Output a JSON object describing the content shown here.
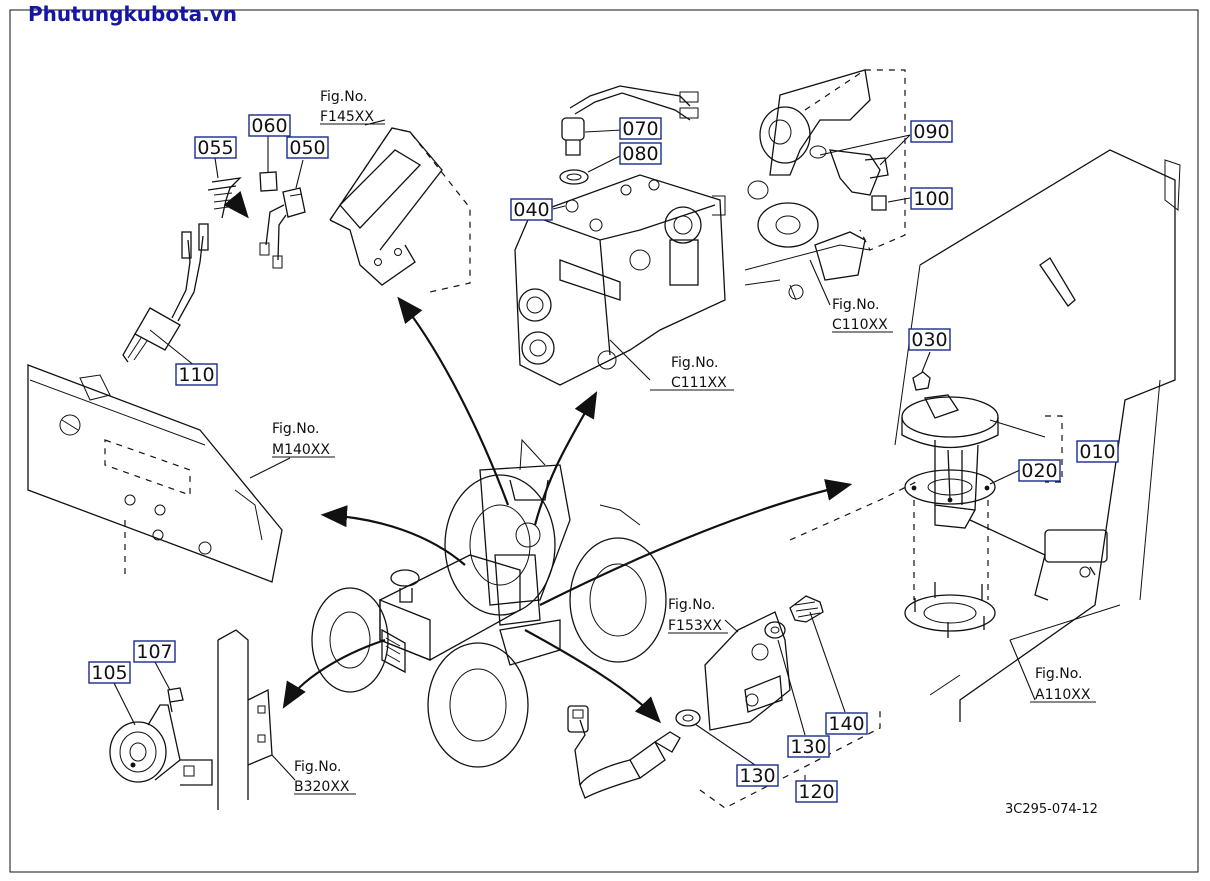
{
  "watermark": "Phutungkubota.vn",
  "drawing_code": "3C295-074-12",
  "part_callouts": {
    "p055": "055",
    "p060": "060",
    "p050": "050",
    "p110": "110",
    "p070": "070",
    "p080": "080",
    "p040": "040",
    "p090": "090",
    "p100": "100",
    "p030": "030",
    "p010": "010",
    "p020": "020",
    "p105": "105",
    "p107": "107",
    "p140": "140",
    "p130a": "130",
    "p130b": "130",
    "p120": "120"
  },
  "figure_refs": {
    "f145": {
      "label": "Fig.No.",
      "code": "F145XX"
    },
    "m140": {
      "label": "Fig.No.",
      "code": "M140XX"
    },
    "c111": {
      "label": "Fig.No.",
      "code": "C111XX"
    },
    "c110": {
      "label": "Fig.No.",
      "code": "C110XX"
    },
    "f153": {
      "label": "Fig.No.",
      "code": "F153XX"
    },
    "b320": {
      "label": "Fig.No.",
      "code": "B320XX"
    },
    "a110": {
      "label": "Fig.No.",
      "code": "A110XX"
    }
  },
  "colors": {
    "watermark": "#1515a8",
    "callout_box": "#1a2a8c",
    "line": "#111111"
  }
}
